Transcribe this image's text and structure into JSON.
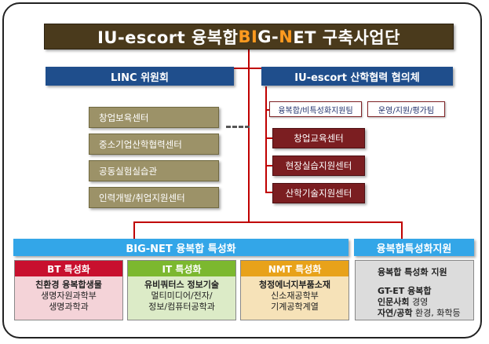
{
  "title": {
    "part1": "IU-escort 융복합 ",
    "acc1": "BI",
    "part2": "G-",
    "acc2": "N",
    "part3": "ET 구축사업단"
  },
  "linc": "LINC 위원회",
  "council": "IU-escort 산학협력 협의체",
  "left_centers": [
    "창업보육센터",
    "중소기업산학협력센터",
    "공동실험실습관",
    "인력개발/취업지원센터"
  ],
  "teams": [
    "융복합/비특성화지원팀",
    "운영/지원/평가팀"
  ],
  "right_centers": [
    "창업교육센터",
    "현장실습지원센터",
    "산학기술지원센터"
  ],
  "bignet": "BIG-NET 융복합 특성화",
  "support": "융복합특성화지원",
  "columns": [
    {
      "head": "BT 특성화",
      "lines": [
        "친환경 융복합생물",
        "생명자원과학부",
        "생명과학과"
      ]
    },
    {
      "head": "IT 특성화",
      "lines": [
        "유비쿼터스 정보기술",
        "멀티미디어/전자/",
        "정보/컴퓨터공학과"
      ]
    },
    {
      "head": "NMT 특성화",
      "lines": [
        "청정에너지부품소재",
        "신소재공학부",
        "기계공학계열"
      ]
    }
  ],
  "support_box": {
    "line1": "융복합 특성화 지원",
    "line2": "GT-ET 융복합",
    "line3_b": "인문사회",
    "line3_r": " 경영",
    "line4_b": "자연/공학",
    "line4_r": " 환경, 화학등"
  },
  "colors": {
    "title_bg": "#4a3a1c",
    "accent": "#ff9a1f",
    "blue": "#1f4e8c",
    "olive": "#9c9268",
    "dark_red": "#7b1e21",
    "connector": "#c00000",
    "light_blue": "#33a6e8",
    "bt_head": "#c8102e",
    "it_head": "#7cb82f",
    "nmt_head": "#e8a21a",
    "bt_body": "#f4d3d8",
    "it_body": "#dcebc7",
    "nmt_body": "#f6e2b8",
    "support_body": "#dcdcdc"
  }
}
